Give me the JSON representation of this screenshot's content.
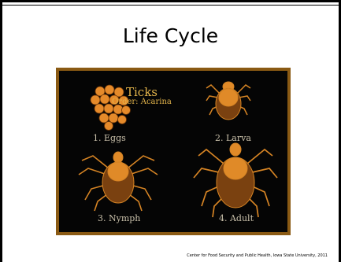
{
  "slide": {
    "title": "Life Cycle",
    "credit": "Center for Food Security and Public Health, Iowa State University, 2011"
  },
  "figure": {
    "heading": "Ticks",
    "subheading": "Order: Acarina",
    "stages": [
      {
        "label": "1. Eggs"
      },
      {
        "label": "2. Larva"
      },
      {
        "label": "3. Nymph"
      },
      {
        "label": "4. Adult"
      }
    ]
  }
}
